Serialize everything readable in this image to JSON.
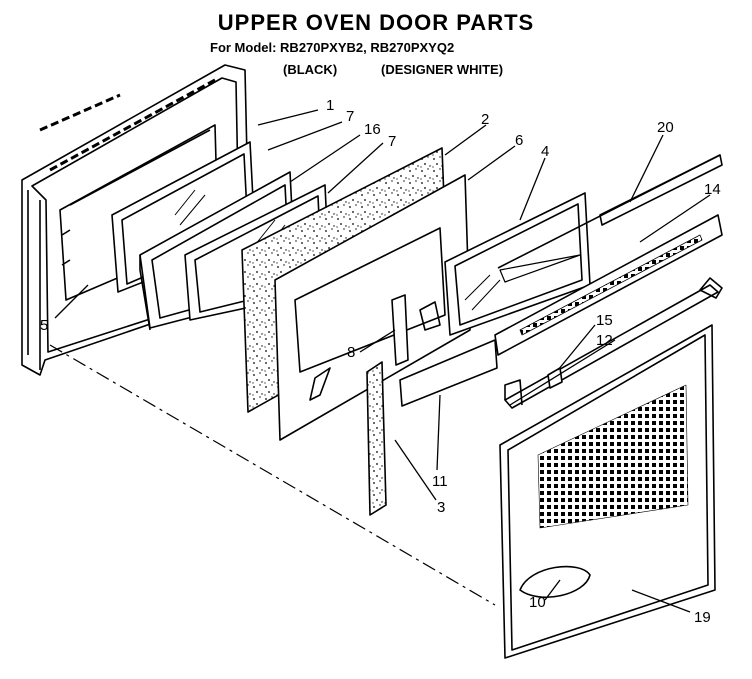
{
  "header": {
    "title": "UPPER OVEN DOOR PARTS",
    "model_line": "For Model: RB270PXYB2, RB270PXYQ2",
    "variant_black": "(BLACK)",
    "variant_white": "(DESIGNER WHITE)"
  },
  "callouts": {
    "c1": "1",
    "c2": "2",
    "c3": "3",
    "c4": "4",
    "c5": "5",
    "c6": "6",
    "c7a": "7",
    "c7b": "7",
    "c8": "8",
    "c10": "10",
    "c11": "11",
    "c12": "12",
    "c14": "14",
    "c15": "15",
    "c16": "16",
    "c19": "19",
    "c20": "20"
  },
  "colors": {
    "ink": "#000000",
    "paper": "#ffffff"
  }
}
